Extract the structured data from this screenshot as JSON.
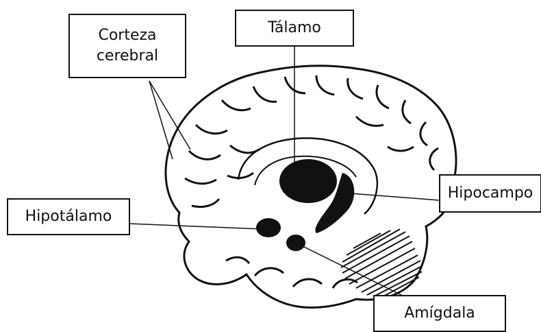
{
  "labels": {
    "corteza_line1": "Corteza",
    "corteza_line2": "cerebral",
    "talamo": "Tálamo",
    "hipocampo": "Hipocampo",
    "hipotalamo": "Hipotálamo",
    "amigdala": "Amígdala"
  },
  "colors": {
    "ink": "#111111",
    "background": "#ffffff"
  }
}
